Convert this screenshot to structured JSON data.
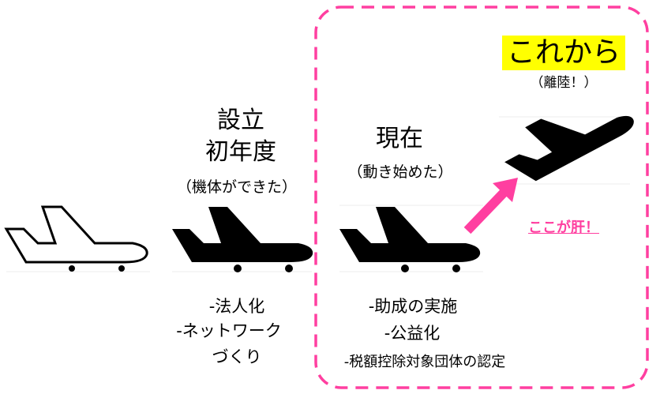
{
  "stages": [
    {
      "list": [
        "-法人化",
        "-ネットワーク",
        "づくり"
      ]
    },
    {
      "title_lines": [
        "設立",
        "初年度"
      ],
      "subtitle": "（機体ができた）"
    },
    {
      "title": "現在",
      "subtitle": "（動き始めた）",
      "list": [
        "-助成の実施",
        "-公益化",
        "-税額控除対象団体の認定"
      ]
    },
    {
      "title": "これから",
      "subtitle": "（離陸！）",
      "note": "ここが肝！"
    }
  ],
  "colors": {
    "accent": "#ff3fa0",
    "highlight": "#ffff00"
  }
}
